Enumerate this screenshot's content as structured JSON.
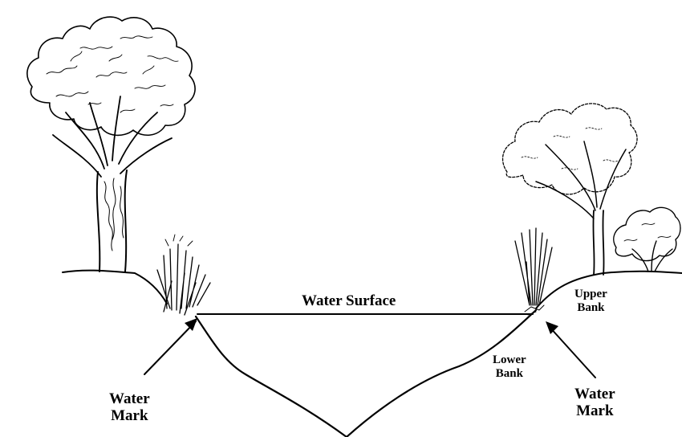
{
  "labels": {
    "water_surface": "Water Surface",
    "upper_bank": [
      "Upper",
      "Bank"
    ],
    "lower_bank": [
      "Lower",
      "Bank"
    ],
    "water_mark_left": [
      "Water",
      "Mark"
    ],
    "water_mark_right": [
      "Water",
      "Mark"
    ]
  },
  "colors": {
    "ink": "#000000",
    "background": "#ffffff"
  }
}
